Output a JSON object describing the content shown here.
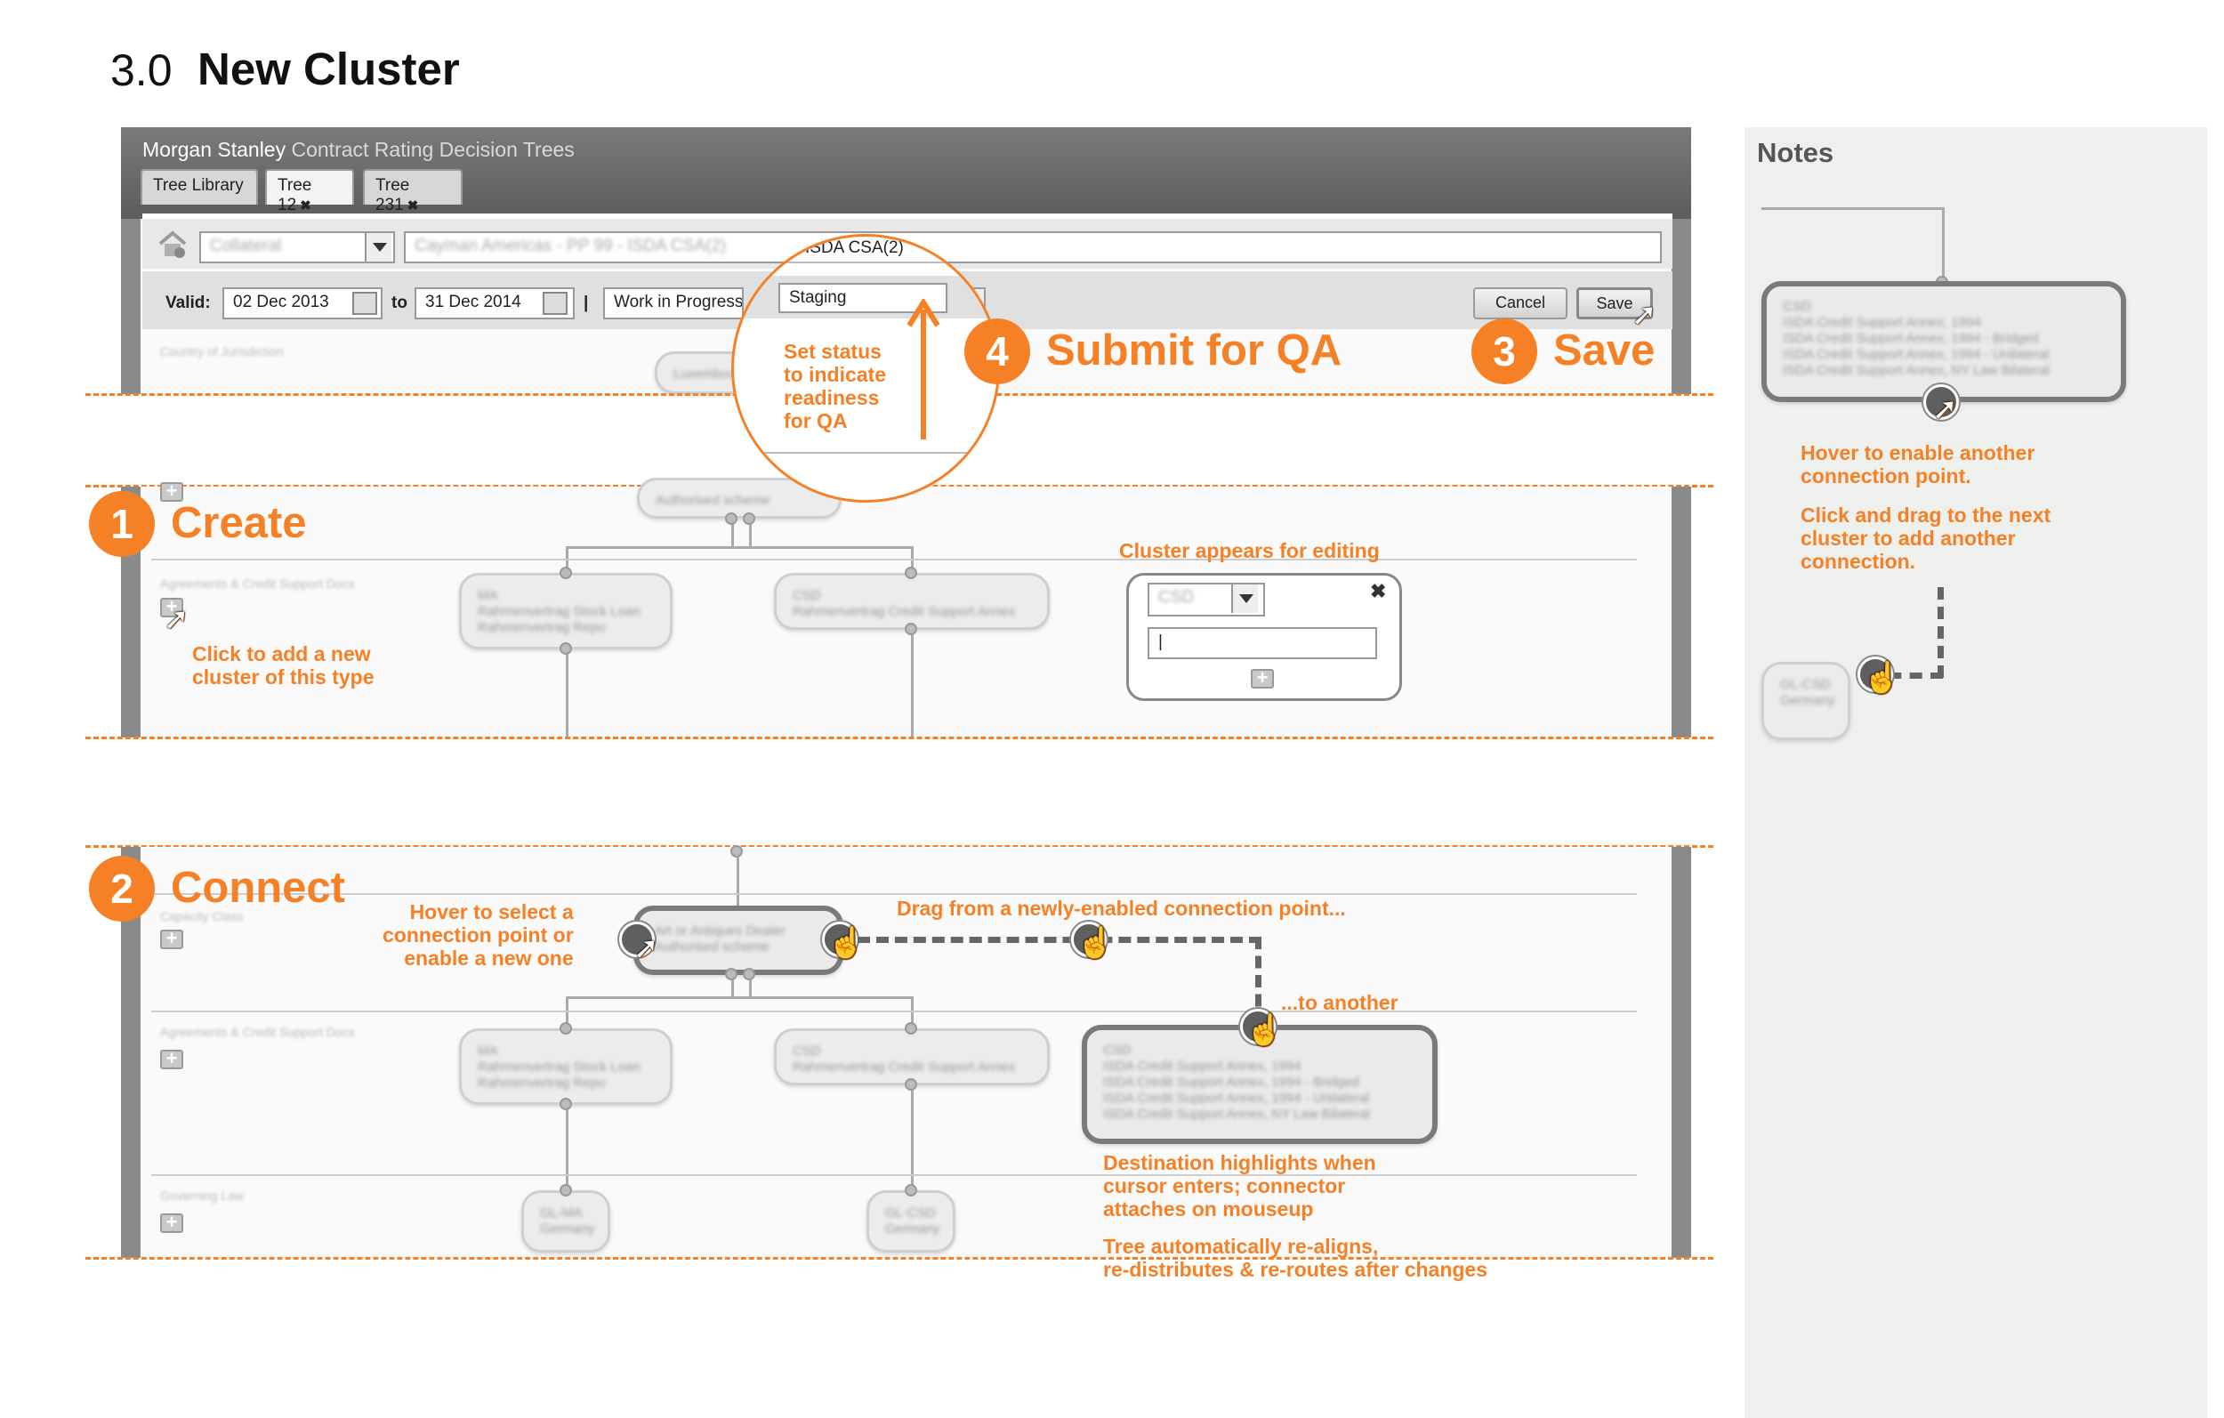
{
  "page": {
    "number": "3.0",
    "title": "New Cluster"
  },
  "app": {
    "brand": "Morgan Stanley",
    "product": "Contract Rating Decision Trees",
    "tabs": [
      {
        "label": "Tree Library",
        "active": false,
        "closable": false
      },
      {
        "label": "Tree 12",
        "active": true,
        "closable": true
      },
      {
        "label": "Tree 231",
        "active": false,
        "closable": true
      }
    ],
    "type_select": "Collateral",
    "agreement": "Cayman Americas - PP 99 - ISDA CSA(2)",
    "agreement_zoom_text": "ISDA CSA(2)",
    "valid_label": "Valid:",
    "valid_from": "02 Dec 2013",
    "to_label": "to",
    "valid_to": "31 Dec 2014",
    "separator": "|",
    "status_text": "Work in Progress",
    "stage_select": "Staging",
    "cancel_label": "Cancel",
    "save_label": "Save",
    "row_labels": [
      "Country of Jurisdiction",
      "Agreements & Credit Support Docs",
      "Governing Law",
      "Capacity Class"
    ],
    "row_label_short": "Governing Law",
    "nodes": {
      "luxembourg": "Luxembourg",
      "authorised": "Authorised scheme",
      "ma": [
        "MA",
        "Rahmenvertrag Stock Loan",
        "Rahmenvertrag Repo"
      ],
      "csd": [
        "CSD",
        "Rahmenvertrag Credit Support Annex"
      ],
      "art_dealer": [
        "Art or Antiques Dealer",
        "Authorised scheme"
      ],
      "csd_full": [
        "CSD",
        "ISDA Credit Support Annex, 1994",
        "ISDA Credit Support Annex, 1994 - Bridged",
        "ISDA Credit Support Annex, 1994 - Unilateral",
        "ISDA Credit Support Annex, NY Law Bilateral"
      ],
      "gl_ma": [
        "GL-MA",
        "Germany"
      ],
      "gl_csd": [
        "GL-CSD",
        "Germany"
      ],
      "new_cluster_select": "CSD",
      "new_cluster_input": "|"
    }
  },
  "callouts": {
    "create": {
      "num": "1",
      "label": "Create"
    },
    "connect": {
      "num": "2",
      "label": "Connect"
    },
    "save": {
      "num": "3",
      "label": "Save"
    },
    "submit": {
      "num": "4",
      "label": "Submit for QA"
    }
  },
  "notes": {
    "set_status": "Set status\nto indicate\nreadiness\nfor QA",
    "click_add": "Click to add a new\ncluster of this type",
    "cluster_appears": "Cluster appears for editing",
    "hover_select": "Hover to select a\nconnection point or\nenable a new one",
    "drag_from": "Drag from a newly-enabled connection point...",
    "to_another": "...to another",
    "destination": "Destination highlights when\ncursor enters; connector\nattaches on mouseup",
    "tree_auto": "Tree automatically re-aligns,\nre-distributes & re-routes after changes",
    "panel_title": "Notes",
    "hover_enable": "Hover to enable another\nconnection point.",
    "click_drag": "Click and drag to the next\ncluster to add another\nconnection."
  },
  "colors": {
    "accent": "#f58025",
    "chrome": "#6b6b6b",
    "panel": "#eef0ee"
  }
}
